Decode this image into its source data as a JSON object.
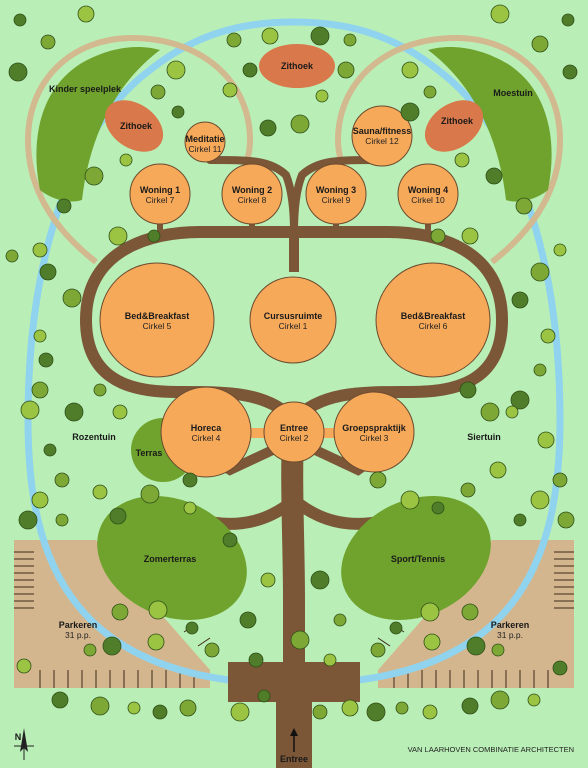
{
  "areas": {
    "kinder_speelplek": "Kinder speelplek",
    "moestuin": "Moestuin",
    "rozentuin": "Rozentuin",
    "siertuin": "Siertuin",
    "terras": "Terras",
    "zomerterras": "Zomerterras",
    "sport_tennis": "Sport/Tennis",
    "zithoek_top": "Zithoek",
    "zithoek_left": "Zithoek",
    "zithoek_right": "Zithoek"
  },
  "circles": {
    "meditatie": {
      "name": "Meditatie",
      "sub": "Cirkel 11"
    },
    "sauna": {
      "name": "Sauna/fitness",
      "sub": "Cirkel 12"
    },
    "woning1": {
      "name": "Woning 1",
      "sub": "Cirkel 7"
    },
    "woning2": {
      "name": "Woning 2",
      "sub": "Cirkel 8"
    },
    "woning3": {
      "name": "Woning 3",
      "sub": "Cirkel 9"
    },
    "woning4": {
      "name": "Woning 4",
      "sub": "Cirkel 10"
    },
    "bb_left": {
      "name": "Bed&Breakfast",
      "sub": "Cirkel 5"
    },
    "cursus": {
      "name": "Cursusruimte",
      "sub": "Cirkel 1"
    },
    "bb_right": {
      "name": "Bed&Breakfast",
      "sub": "Cirkel 6"
    },
    "horeca": {
      "name": "Horeca",
      "sub": "Cirkel 4"
    },
    "entree": {
      "name": "Entree",
      "sub": "Cirkel 2"
    },
    "groep": {
      "name": "Groepspraktijk",
      "sub": "Cirkel 3"
    }
  },
  "parking": {
    "left": {
      "name": "Parkeren",
      "sub": "31 p.p."
    },
    "right": {
      "name": "Parkeren",
      "sub": "31 p.p."
    }
  },
  "entrance": "Entree",
  "compass": "N",
  "credit": "VAN LAARHOVEN COMBINATIE ARCHITECTEN",
  "colors": {
    "lawn": "#b9efb6",
    "path_blue": "#8fd3ee",
    "path_tan": "#d2b98f",
    "trunk": "#7b5738",
    "circle": "#f7a95a",
    "zithoek": "#d9784a",
    "field": "#6fa32d",
    "parking": "#d4b68e"
  }
}
